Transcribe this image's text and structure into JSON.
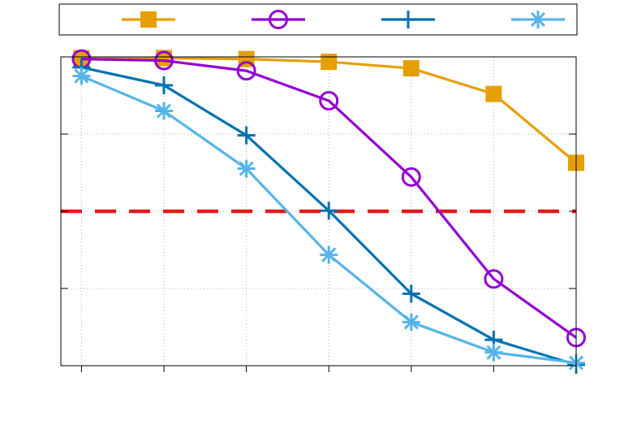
{
  "chart_data": {
    "type": "line",
    "x": [
      0,
      1,
      2,
      3,
      4,
      5,
      6
    ],
    "xlim": [
      -0.25,
      6
    ],
    "ylim": [
      0,
      1
    ],
    "grid": true,
    "legend_position": "top",
    "threshold": {
      "y": 0.5,
      "color": "#e41a1c"
    },
    "series": [
      {
        "marker": "square",
        "color": "#e69f00",
        "values": [
          0.996,
          0.996,
          0.993,
          0.984,
          0.963,
          0.88,
          0.657
        ]
      },
      {
        "marker": "circle",
        "color": "#9400d3",
        "values": [
          0.993,
          0.988,
          0.955,
          0.858,
          0.611,
          0.281,
          0.091
        ]
      },
      {
        "marker": "plus",
        "color": "#0072b2",
        "values": [
          0.966,
          0.908,
          0.746,
          0.502,
          0.233,
          0.084,
          0.003
        ]
      },
      {
        "marker": "asterisk",
        "color": "#56b4e9",
        "values": [
          0.938,
          0.825,
          0.638,
          0.359,
          0.141,
          0.043,
          0.009
        ]
      }
    ]
  }
}
